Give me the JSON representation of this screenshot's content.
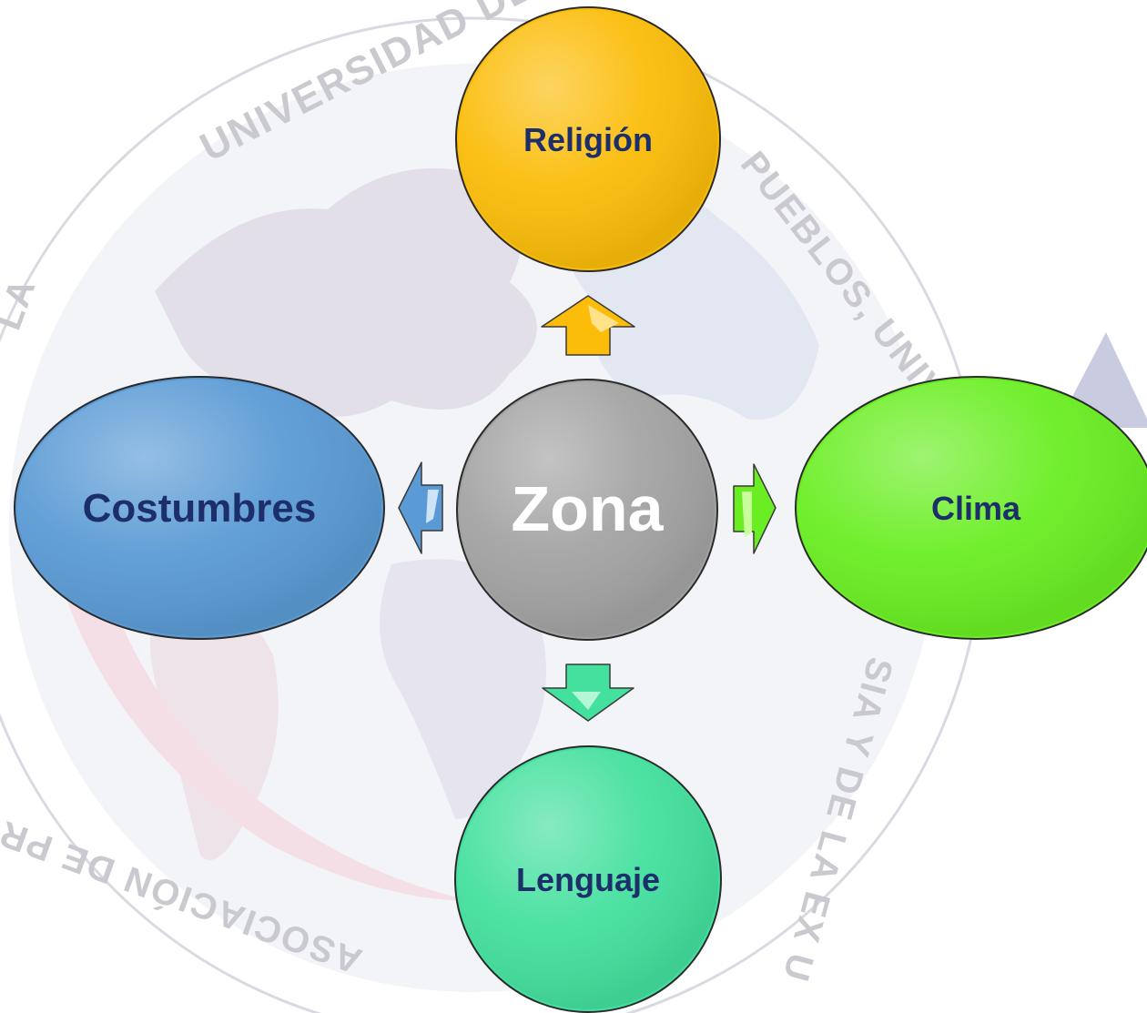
{
  "watermark": {
    "seal_text_top": "UNIVERSIDAD DE RUSIA DE LA AM",
    "seal_text_right": "PUEBLOS, UNIVERSIDAD",
    "seal_text_right_lower": "SIA Y DE LA EX U",
    "seal_text_bottom": "ASOCIACIÓN DE PROFESO",
    "seal_text_left": "LA"
  },
  "diagram": {
    "center": {
      "label": "Zona",
      "color": "#a3a3a3",
      "text_color": "#ffffff"
    },
    "nodes": [
      {
        "id": "top",
        "label": "Religión",
        "color": "#fbbd0a",
        "text_color": "#1c2f6b"
      },
      {
        "id": "right",
        "label": "Clima",
        "color": "#6aee23",
        "text_color": "#1c2f6b"
      },
      {
        "id": "bottom",
        "label": "Lenguaje",
        "color": "#44e09e",
        "text_color": "#1c2f6b"
      },
      {
        "id": "left",
        "label": "Costumbres",
        "color": "#5b9bd5",
        "text_color": "#1c2f6b"
      }
    ]
  }
}
